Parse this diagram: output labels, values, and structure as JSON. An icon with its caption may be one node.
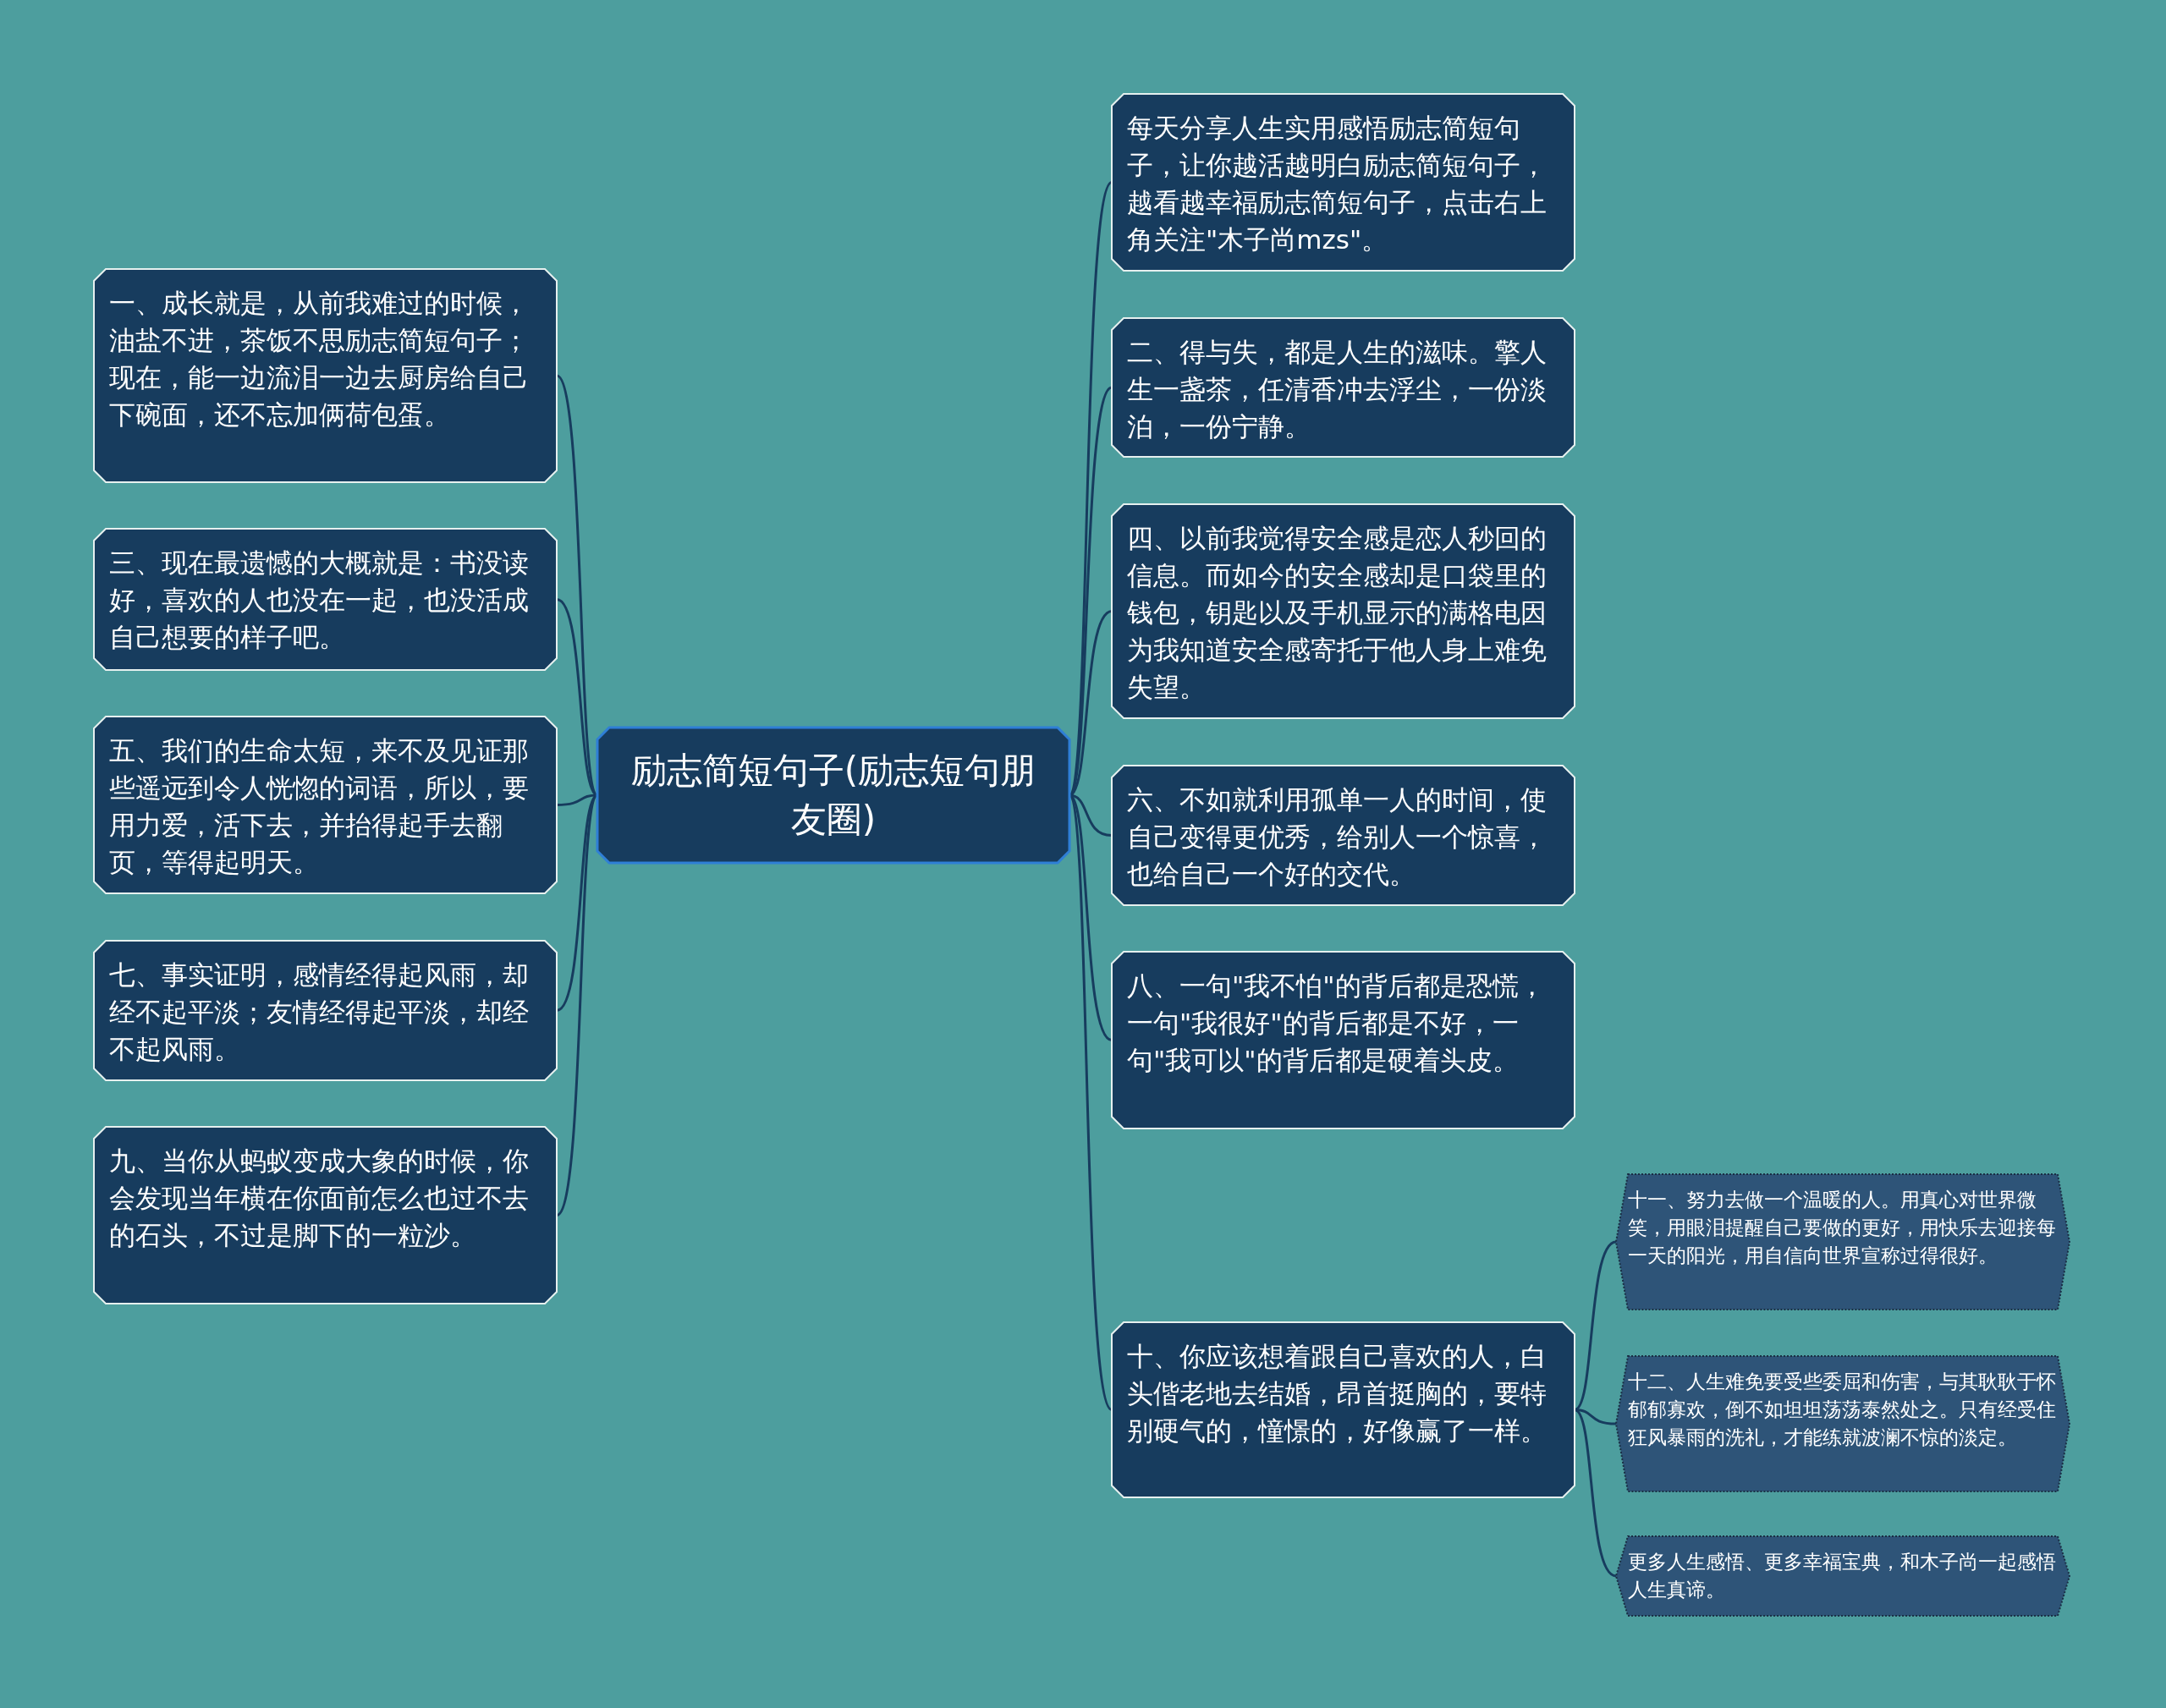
{
  "diagram": {
    "nodes": [
      {
        "text": [
          "励志简短句子(励志短句朋友圈)"
        ]
      },
      {
        "text": [
          "一、成长就是，从前我难过的时候，油盐不进，茶饭不思励志简短句子；现在，能一边流泪一边去厨房给自己下碗面，还不忘加俩荷包蛋。"
        ]
      },
      {
        "text": [
          "三、现在最遗憾的大概就是：书没读好，喜欢的人也没在一起，也没活成自己想要的样子吧。"
        ]
      },
      {
        "text": [
          "五、我们的生命太短，来不及见证那些遥远到令人恍惚的词语，所以，要用力爱，活下去，并抬得起手去翻页，等得起明天。"
        ]
      },
      {
        "text": [
          "七、事实证明，感情经得起风雨，却经不起平淡；友情经得起平淡，却经不起风雨。"
        ]
      },
      {
        "text": [
          "九、当你从蚂蚁变成大象的时候，你会发现当年横在你面前怎么也过不去的石头，不过是脚下的一粒沙。"
        ]
      },
      {
        "text": [
          "每天分享人生实用感悟励志简短句子，让你越活越明白励志简短句子，越看越幸福励志简短句子，点击右上角关注\"木子尚mzs\"。"
        ]
      },
      {
        "text": [
          "二、得与失，都是人生的滋味。擎人生一盏茶，任清香冲去浮尘，一份淡泊，一份宁静。"
        ]
      },
      {
        "text": [
          "四、以前我觉得安全感是恋人秒回的信息。而如今的安全感却是口袋里的钱包，钥匙以及手机显示的满格电因为我知道安全感寄托于他人身上难免失望。"
        ]
      },
      {
        "text": [
          "六、不如就利用孤单一人的时间，使自己变得更优秀，给别人一个惊喜，也给自己一个好的交代。"
        ]
      },
      {
        "text": [
          "八、一句\"我不怕\"的背后都是恐慌，一句\"我很好\"的背后都是不好，一句\"我可以\"的背后都是硬着头皮。"
        ]
      },
      {
        "text": [
          "十、你应该想着跟自己喜欢的人，白头偕老地去结婚，昂首挺胸的，要特别硬气的，憧憬的，好像赢了一样。"
        ]
      },
      {
        "text": [
          "十一、努力去做一个温暖的人。用真心对世界微笑，用眼泪提醒自己要做的更好，用快乐去迎接每一天的阳光，用自信向世界宣称过得很好。"
        ]
      },
      {
        "text": [
          "十二、人生难免要受些委屈和伤害，与其耿耿于怀郁郁寡欢，倒不如坦坦荡荡泰然处之。只有经受住狂风暴雨的洗礼，才能练就波澜不惊的淡定。"
        ]
      },
      {
        "text": [
          "更多人生感悟、更多幸福宝典，和木子尚一起感悟人生真谛。"
        ]
      }
    ],
    "edges": [
      {
        "from": 0,
        "to": 1,
        "arrow": "none"
      },
      {
        "from": 0,
        "to": 2,
        "arrow": "none"
      },
      {
        "from": 0,
        "to": 3,
        "arrow": "none"
      },
      {
        "from": 0,
        "to": 4,
        "arrow": "none"
      },
      {
        "from": 0,
        "to": 5,
        "arrow": "none"
      },
      {
        "from": 0,
        "to": 6,
        "arrow": "none"
      },
      {
        "from": 0,
        "to": 7,
        "arrow": "none"
      },
      {
        "from": 0,
        "to": 8,
        "arrow": "none"
      },
      {
        "from": 0,
        "to": 9,
        "arrow": "none"
      },
      {
        "from": 0,
        "to": 10,
        "arrow": "none"
      },
      {
        "from": 0,
        "to": 11,
        "arrow": "none"
      },
      {
        "from": 11,
        "to": 12,
        "arrow": "none"
      },
      {
        "from": 11,
        "to": 13,
        "arrow": "none"
      },
      {
        "from": 11,
        "to": 14,
        "arrow": "none"
      }
    ]
  }
}
